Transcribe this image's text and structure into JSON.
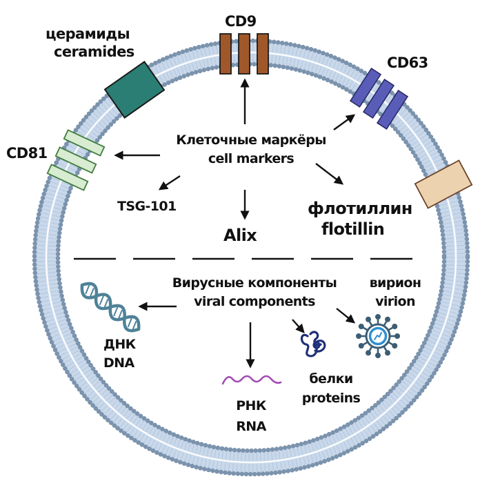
{
  "colors": {
    "membrane_head": "#7b93ad",
    "membrane_tail": "#c9d8ea",
    "cd9": "#a0582a",
    "cd63": "#5a5db8",
    "cd81_fill": "#d8ecd2",
    "cd81_stroke": "#3f7c3a",
    "ceramide": "#2b7e73",
    "flotillin_box": "#ecd2ae",
    "flotillin_box_stroke": "#6b4228",
    "dna": "#4e8298",
    "rna": "#a24cb4",
    "protein": "#1f2f7a",
    "virion_outer": "#3c5d74",
    "virion_inner": "#2f8fd0"
  },
  "labels": {
    "ceramides_ru": "церамиды",
    "ceramides_en": "ceramides",
    "cd9": "CD9",
    "cd63": "CD63",
    "cd81": "CD81",
    "cell_markers_ru": "Клеточные маркёры",
    "cell_markers_en": "cell markers",
    "tsg101": "TSG-101",
    "alix": "Alix",
    "flotillin_ru": "флотиллин",
    "flotillin_en": "flotillin",
    "viral_components_ru": "Вирусные компоненты",
    "viral_components_en": "viral components",
    "virion_ru": "вирион",
    "virion_en": "virion",
    "dna_ru": "ДНК",
    "dna_en": "DNA",
    "rna_ru": "РНК",
    "rna_en": "RNA",
    "proteins_ru": "белки",
    "proteins_en": "proteins"
  },
  "icons": {
    "dna": "dna-helix-icon",
    "rna": "rna-strand-icon",
    "protein": "protein-fold-icon",
    "virion": "virus-particle-icon"
  }
}
